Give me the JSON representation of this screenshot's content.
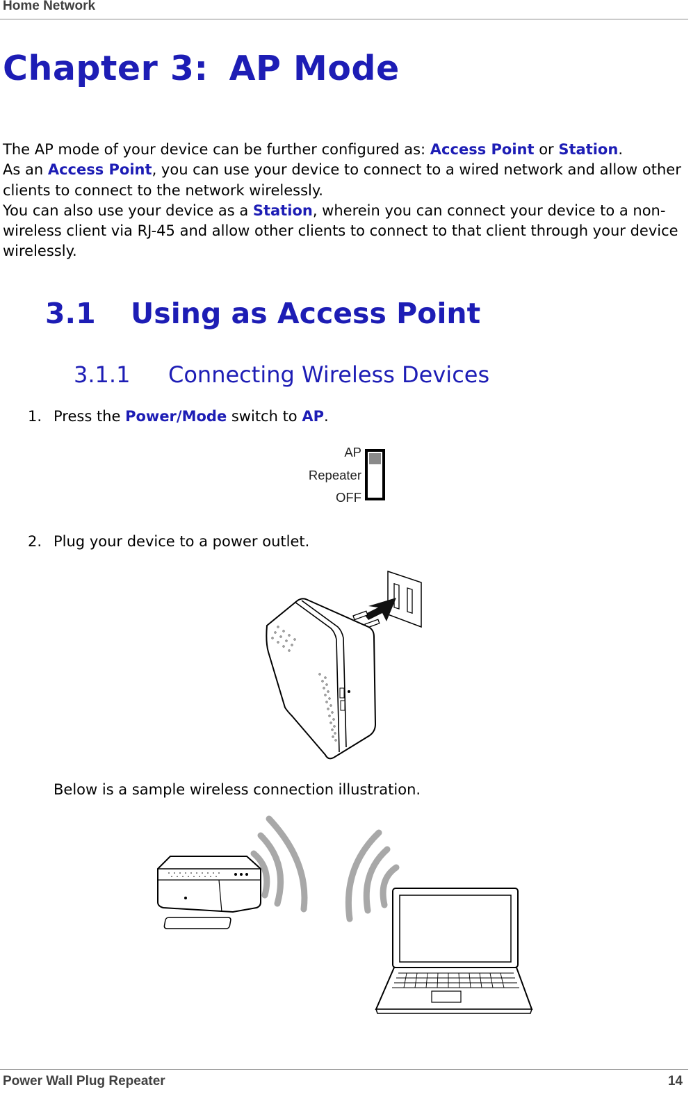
{
  "header": {
    "title": "Home Network"
  },
  "chapter": {
    "label": "Chapter 3:",
    "title": "AP Mode"
  },
  "intro": {
    "p1_a": "The AP mode of your device can be further configured as: ",
    "p1_kw1": "Access Point",
    "p1_b": " or ",
    "p1_kw2": "Station",
    "p1_c": ".",
    "p2_a": "As an ",
    "p2_kw": "Access Point",
    "p2_b": ", you can use your device to connect to a wired network and allow other clients to connect to the network wirelessly.",
    "p3_a": "You can also use your device as a ",
    "p3_kw": "Station",
    "p3_b": ", wherein you can connect your device to a non-wireless client via RJ-45 and allow other clients to connect to that client through your device wirelessly."
  },
  "section": {
    "number": "3.1",
    "title": "Using as Access Point"
  },
  "subsection": {
    "number": "3.1.1",
    "title": "Connecting Wireless Devices"
  },
  "steps": [
    {
      "num": "1.",
      "a": "Press the ",
      "kw1": "Power/Mode",
      "b": " switch to ",
      "kw2": "AP",
      "c": "."
    },
    {
      "num": "2.",
      "text": "Plug your device to a power outlet."
    }
  ],
  "switch": {
    "labels": [
      "AP",
      "Repeater",
      "OFF"
    ],
    "selected": "AP"
  },
  "note": "Below is a sample wireless connection illustration.",
  "footer": {
    "left": "Power Wall Plug Repeater",
    "page": "14"
  },
  "colors": {
    "accent": "#1d1db5",
    "rule": "#8a8a8a",
    "header_text": "#404040"
  }
}
